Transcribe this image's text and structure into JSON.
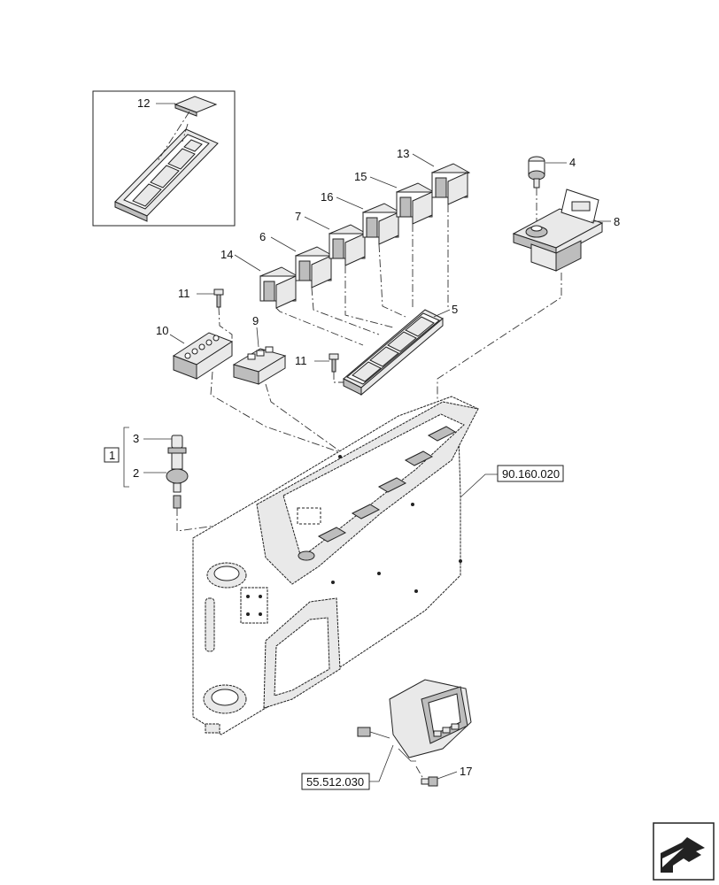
{
  "callouts": {
    "c1": "1",
    "c2": "2",
    "c3": "3",
    "c4": "4",
    "c5": "5",
    "c6": "6",
    "c7": "7",
    "c8": "8",
    "c9": "9",
    "c10": "10",
    "c11a": "11",
    "c11b": "11",
    "c12": "12",
    "c13": "13",
    "c14": "14",
    "c15": "15",
    "c16": "16",
    "c17": "17"
  },
  "references": {
    "console_ref": "90.160.020",
    "display_ref": "55.512.030"
  },
  "icons": {
    "nav": "next-page-arrow-icon"
  }
}
